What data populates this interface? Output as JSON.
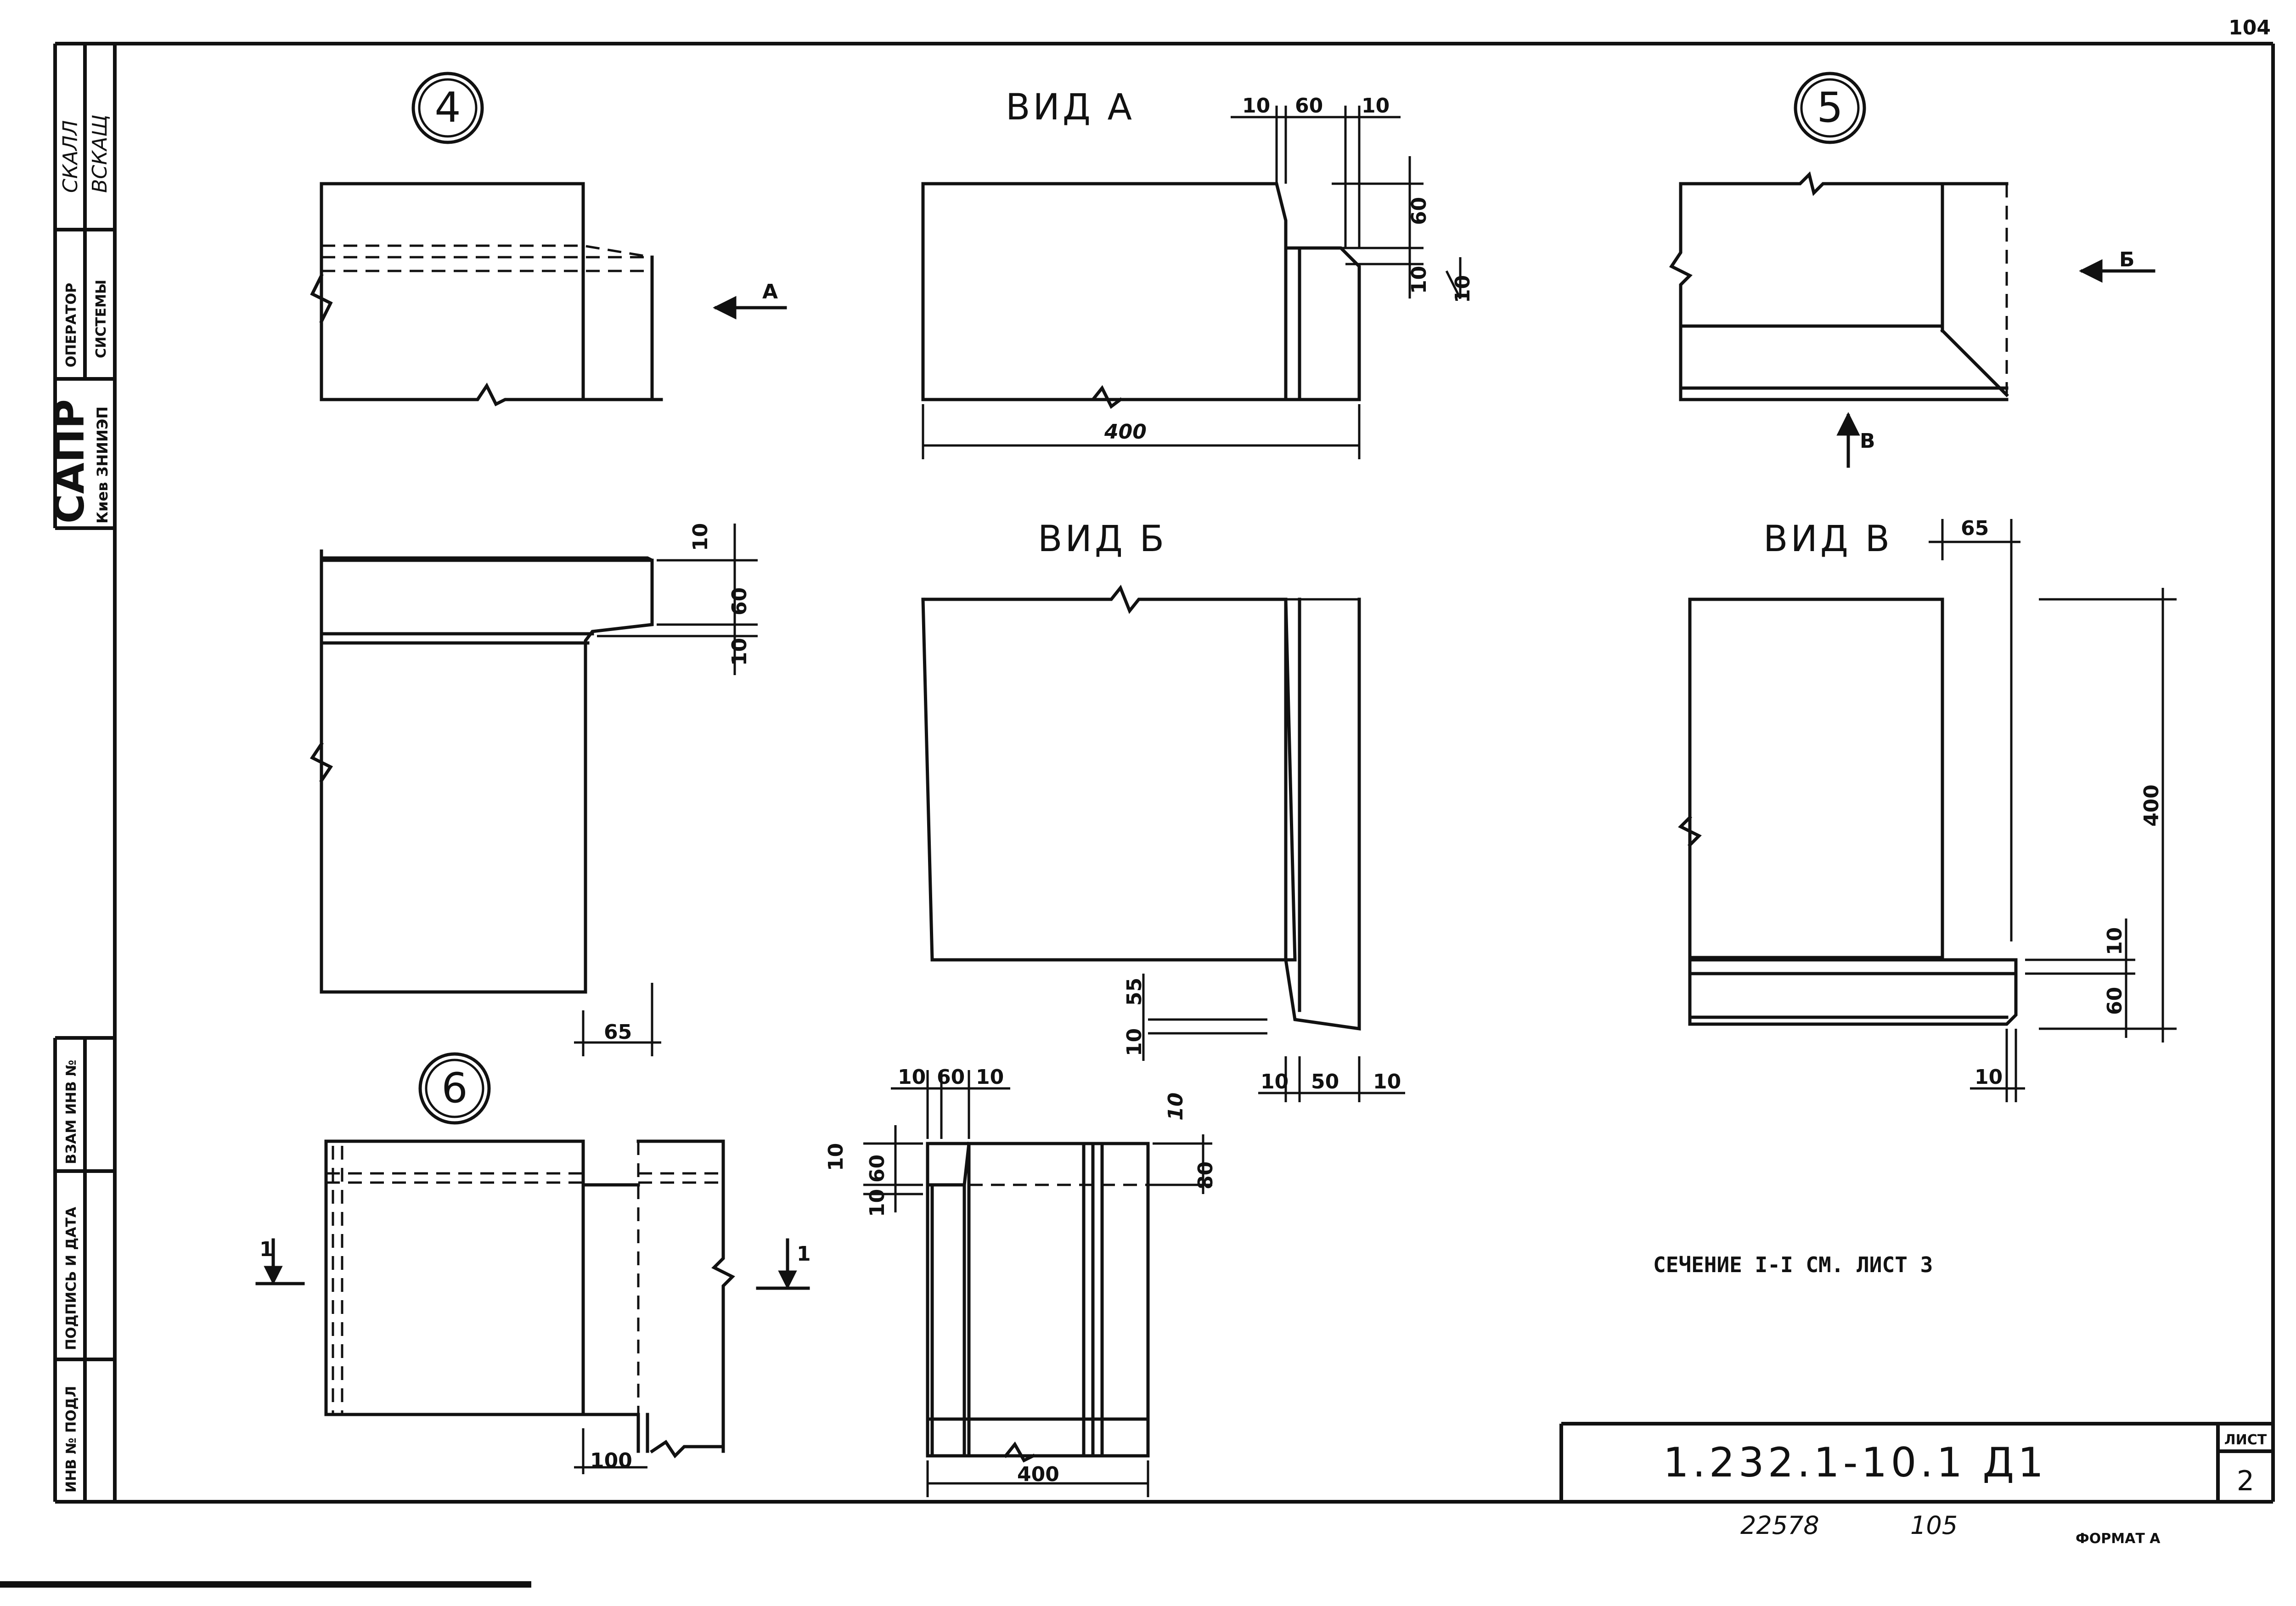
{
  "page": {
    "number": "104"
  },
  "stamp": {
    "scale_label": "СКАЛЛ",
    "scale_value": "ВСКАЩ",
    "operator_label": "ОПЕРАТОР",
    "system_label": "СИСТЕМЫ",
    "sapr": "САПР",
    "org": "Киев ЗНИИЭП",
    "col_inv": "ВЗАМ ИНВ №",
    "col_sign": "ПОДПИСЬ И ДАТА",
    "col_inv_orig": "ИНВ № ПОДЛ"
  },
  "details": {
    "d4": "4",
    "d5": "5",
    "d6": "6"
  },
  "views": {
    "a": "ВИД А",
    "b": "ВИД Б",
    "v": "ВИД В"
  },
  "arrows": {
    "a": "А",
    "b": "Б",
    "v": "В",
    "section_left": "1",
    "section_right": "1"
  },
  "dims": {
    "a_10_left": "10",
    "a_60": "60",
    "a_10_right": "10",
    "a_v60": "60",
    "a_v10": "10",
    "a_v10b": "10",
    "a_400": "400",
    "d4_10_top": "10",
    "d4_60": "60",
    "d4_10_bot": "10",
    "d4_65": "65",
    "b_55": "55",
    "b_10": "10",
    "b_10_left": "10",
    "b_50": "50",
    "b_10_right": "10",
    "v_65": "65",
    "v_400": "400",
    "v_10": "10",
    "v_60": "60",
    "v_10_bot": "10",
    "d6_100": "100",
    "s_10_left": "10",
    "s_60": "60",
    "s_10_right": "10",
    "s_v10": "10",
    "s_v60": "60",
    "s_v10b": "10",
    "s_80": "80",
    "s_10_top": "10",
    "s_400": "400"
  },
  "note": "СЕЧЕНИЕ I-I СМ. ЛИСТ 3",
  "title_block": {
    "code": "1.232.1-10.1 Д1",
    "sheet_label": "ЛИСТ",
    "sheet_number": "2"
  },
  "footer": {
    "inv_number": "22578",
    "code": "105",
    "format": "ФОРМАТ А"
  }
}
